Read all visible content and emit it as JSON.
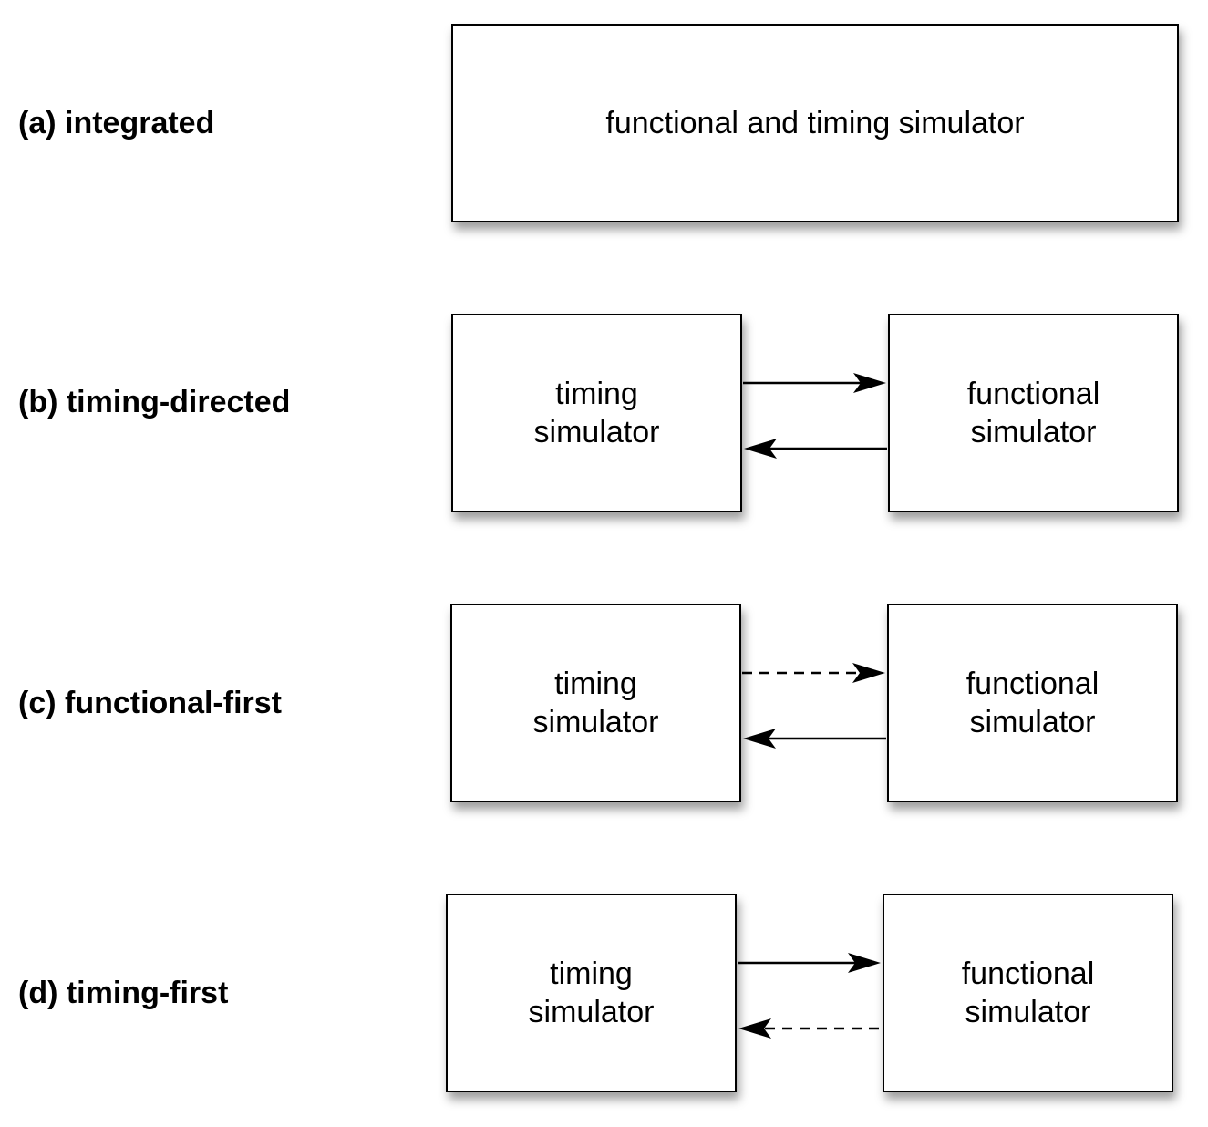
{
  "rows": [
    {
      "id": "a",
      "label": "(a) integrated",
      "boxes": [
        {
          "id": "a-combined",
          "lines": [
            "functional and timing simulator"
          ]
        }
      ],
      "arrows": []
    },
    {
      "id": "b",
      "label": "(b) timing-directed",
      "boxes": [
        {
          "id": "b-timing",
          "lines": [
            "timing",
            "simulator"
          ]
        },
        {
          "id": "b-functional",
          "lines": [
            "functional",
            "simulator"
          ]
        }
      ],
      "arrows": [
        {
          "from": "timing",
          "to": "functional",
          "style": "solid"
        },
        {
          "from": "functional",
          "to": "timing",
          "style": "solid"
        }
      ]
    },
    {
      "id": "c",
      "label": "(c) functional-first",
      "boxes": [
        {
          "id": "c-timing",
          "lines": [
            "timing",
            "simulator"
          ]
        },
        {
          "id": "c-functional",
          "lines": [
            "functional",
            "simulator"
          ]
        }
      ],
      "arrows": [
        {
          "from": "timing",
          "to": "functional",
          "style": "dashed"
        },
        {
          "from": "functional",
          "to": "timing",
          "style": "solid"
        }
      ]
    },
    {
      "id": "d",
      "label": "(d) timing-first",
      "boxes": [
        {
          "id": "d-timing",
          "lines": [
            "timing",
            "simulator"
          ]
        },
        {
          "id": "d-functional",
          "lines": [
            "functional",
            "simulator"
          ]
        }
      ],
      "arrows": [
        {
          "from": "timing",
          "to": "functional",
          "style": "solid"
        },
        {
          "from": "functional",
          "to": "timing",
          "style": "dashed"
        }
      ]
    }
  ]
}
